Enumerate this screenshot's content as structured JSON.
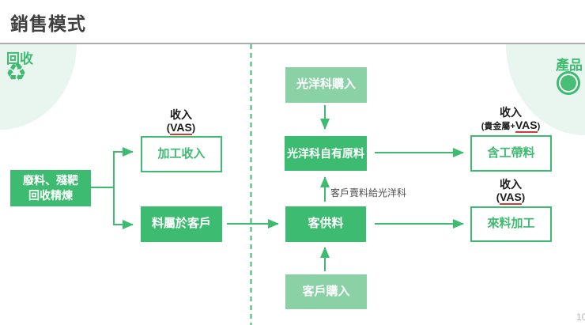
{
  "page": {
    "title": "銷售模式",
    "page_number": "10"
  },
  "colors": {
    "green_dark": "#3dbb70",
    "green_light": "#8ad1a6",
    "pale_corner": "#e9f5ef",
    "red_underline": "#cf3a3a",
    "rule_gray": "#acacac"
  },
  "legend": {
    "left": {
      "label": "回收",
      "icon": "recycle-icon"
    },
    "right": {
      "label": "產品",
      "icon": "green-dot-icon"
    }
  },
  "nodes": {
    "waste": {
      "line1": "廢料、殘靶",
      "line2": "回收精煉"
    },
    "processing_income": {
      "label": "加工收入"
    },
    "material_owned_by_customer": {
      "label": "料屬於客戶"
    },
    "solar_purchase": {
      "label": "光洋科購入"
    },
    "solar_own_material": {
      "label": "光洋科自有原料"
    },
    "customer_supplied": {
      "label": "客供料"
    },
    "customer_purchase": {
      "label": "客戶購入"
    },
    "turnkey": {
      "label": "含工帶料"
    },
    "tolling": {
      "label": "來料加工"
    }
  },
  "annotations": {
    "income_processing": {
      "title": "收入",
      "prefix": "(",
      "vas": "VAS",
      "suffix": ")"
    },
    "income_turnkey": {
      "title": "收入",
      "prefix": "(貴金屬+",
      "vas": "VAS",
      "suffix": ")"
    },
    "income_tolling": {
      "title": "收入",
      "prefix": "(",
      "vas": "VAS",
      "suffix": ")"
    },
    "customer_sells_note": "客戶賣料給光洋科"
  }
}
